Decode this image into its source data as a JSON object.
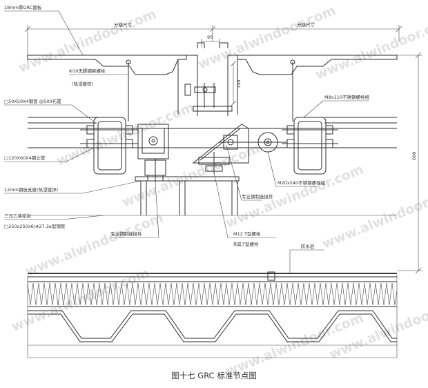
{
  "caption": "图十七   GRC 标准节点图",
  "labels": {
    "grc_panel": "18mm厚GRC面板",
    "module_left": "分格尺寸",
    "module_right": "分格尺寸",
    "dim_95": "95",
    "dim_150": "150",
    "dim_600": "600",
    "stud": "Φ10无脚钢铆螺栓",
    "stud_note": "(热浸镀锌)",
    "angle": "□50X50X4钢管 @500布置",
    "bolt_m8": "M8x110不锈钢螺栓组",
    "tube_120": "□120X60X4钢立管",
    "plate_12": "12mm钢板支座(热浸镀锌)",
    "bolt_m20": "M20x240不锈钢螺栓组",
    "bracket_a": "专业钢制连接件",
    "embed": "三元乙烯密封",
    "tube_250": "□250x250x6/#27.3a型钢管",
    "bracket_b": "专业钢制连接件",
    "bolt_m12": "M12 T型螺栓",
    "bolt_m12_note": "热轧T型螺栓",
    "waterproof": "防水层"
  },
  "watermark": "www.alwindoor.com"
}
